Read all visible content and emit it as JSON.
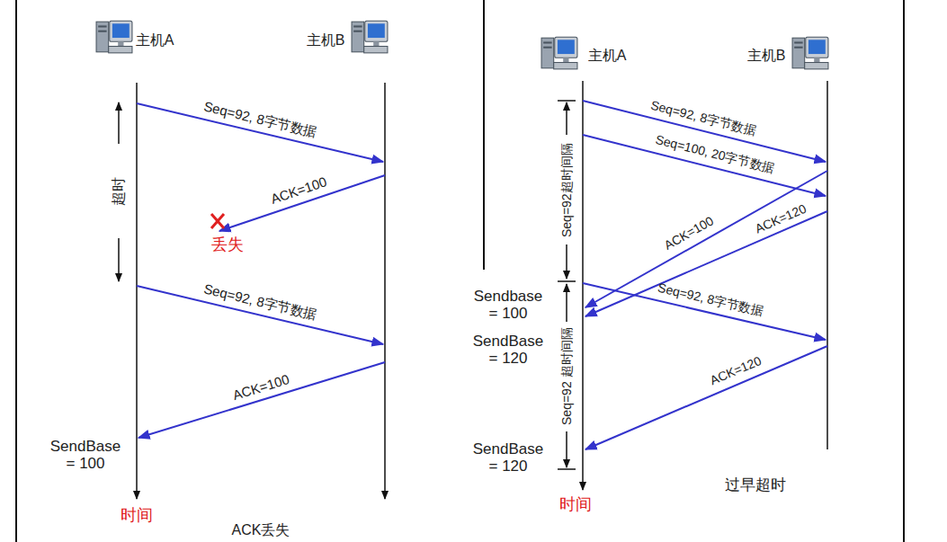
{
  "diagram": {
    "labels": [
      "主机A",
      "主机B",
      "Seq=92, 8字节数据",
      "ACK=100",
      "丢失",
      "超时",
      "Seq=92, 8字节数据",
      "ACK=100",
      "SendBase = 100",
      "时间",
      "ACK丢失",
      "主机A",
      "主机B",
      "Seq=92, 8字节数据",
      "Seq=100, 20字节数据",
      "ACK=100",
      "ACK=120",
      "Seq=92超时间隔",
      "Sendbase = 100",
      "SendBase = 120",
      "Seq=92, 8字节数据",
      "Seq=92 超时间隔",
      "ACK=120",
      "SendBase = 120",
      "时间",
      "过早超时"
    ]
  }
}
